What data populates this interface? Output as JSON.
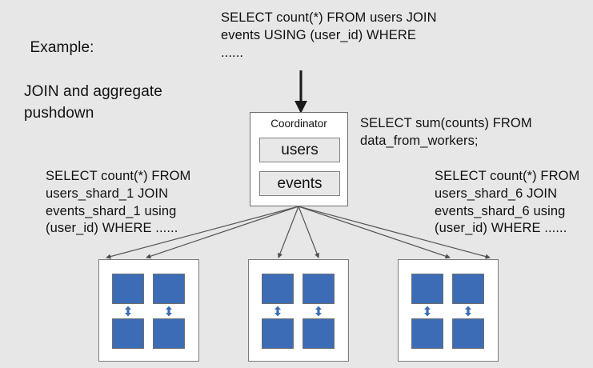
{
  "slide": {
    "background_color": "#e7e7e7",
    "caption": {
      "title": "Example:",
      "subtitle": "JOIN and aggregate pushdown"
    }
  },
  "queries": {
    "client_query": "SELECT count(*) FROM users JOIN events USING (user_id) WHERE ......",
    "coordinator_aggregate_query": "SELECT sum(counts) FROM data_from_workers;",
    "left_worker_query": "SELECT count(*) FROM users_shard_1 JOIN events_shard_1 using (user_id) WHERE ......",
    "right_worker_query": "SELECT count(*) FROM users_shard_6 JOIN events_shard_6 using (user_id) WHERE ......"
  },
  "coordinator": {
    "label": "Coordinator",
    "tables": [
      {
        "name": "users"
      },
      {
        "name": "events"
      }
    ]
  },
  "workers": [
    {
      "id": "worker-1",
      "shards": [
        "shard",
        "shard",
        "shard",
        "shard"
      ]
    },
    {
      "id": "worker-2",
      "shards": [
        "shard",
        "shard",
        "shard",
        "shard"
      ]
    },
    {
      "id": "worker-3",
      "shards": [
        "shard",
        "shard",
        "shard",
        "shard"
      ]
    }
  ],
  "colors": {
    "shard_fill": "#3b6cb5",
    "replication_arrow": "#3b6cb5",
    "node_fill": "#ffffff",
    "table_fill": "#e8e8e8",
    "connector": "#595959",
    "client_arrow": "#1a1a1a",
    "text": "#111111"
  }
}
